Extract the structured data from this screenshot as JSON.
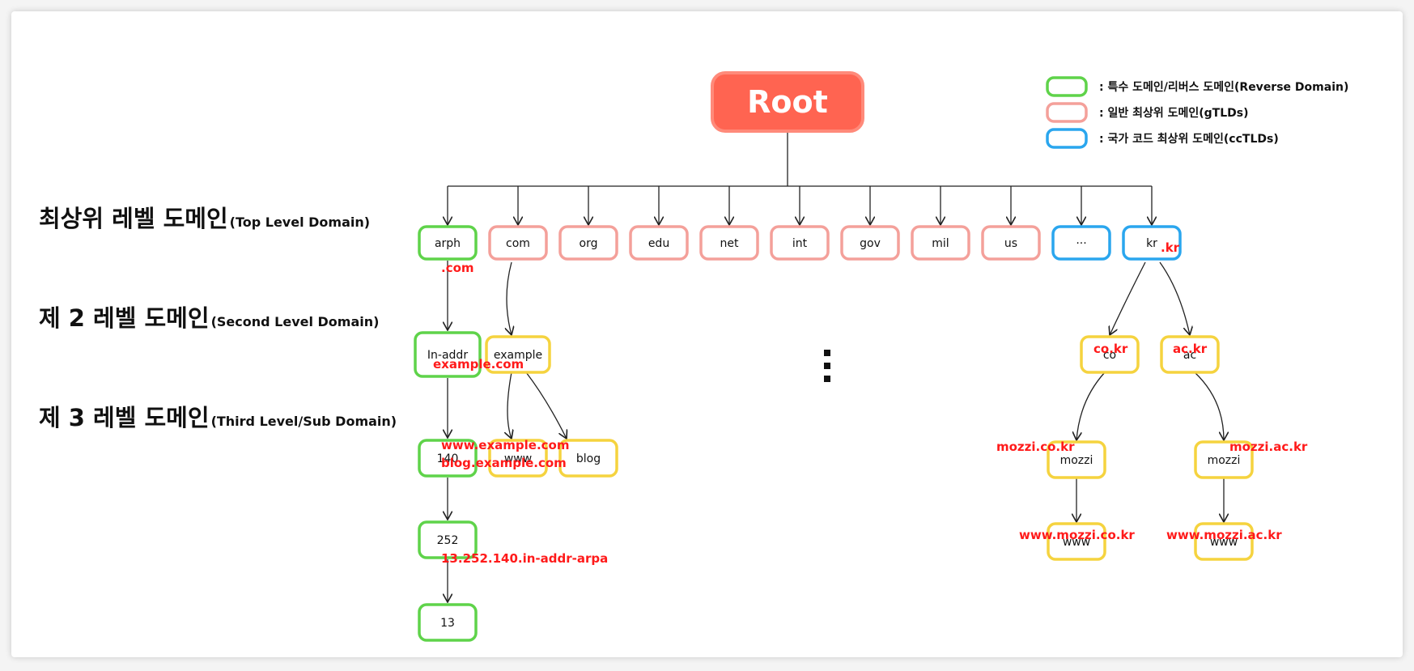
{
  "root": {
    "label": "Root",
    "color": "#ff6451"
  },
  "legend": [
    {
      "color": "#5fd34a",
      "label": ": 특수 도메인/리버스 도메인(Reverse Domain)"
    },
    {
      "color": "#f4a09a",
      "label": ": 일반 최상위 도메인(gTLDs)"
    },
    {
      "color": "#2aa6ee",
      "label": ": 국가 코드 최상위 도메인(ccTLDs)"
    }
  ],
  "levels": [
    {
      "main": "최상위 레벨 도메인",
      "sub": "(Top Level Domain)"
    },
    {
      "main": "제 2 레벨 도메인",
      "sub": "(Second Level Domain)"
    },
    {
      "main": "제 3 레벨 도메인",
      "sub": "(Third Level/Sub Domain)"
    }
  ],
  "colors": {
    "special": "#5fd34a",
    "gtld": "#f4a09a",
    "cctld": "#2aa6ee",
    "sub": "#f5d33f",
    "annotation": "#ff1a1a",
    "line": "#222222"
  },
  "tlds": [
    {
      "label": "arph",
      "kind": "special"
    },
    {
      "label": "com",
      "kind": "gtld"
    },
    {
      "label": "org",
      "kind": "gtld"
    },
    {
      "label": "edu",
      "kind": "gtld"
    },
    {
      "label": "net",
      "kind": "gtld"
    },
    {
      "label": "int",
      "kind": "gtld"
    },
    {
      "label": "gov",
      "kind": "gtld"
    },
    {
      "label": "mil",
      "kind": "gtld"
    },
    {
      "label": "us",
      "kind": "gtld"
    },
    {
      "label": "···",
      "kind": "cctld"
    },
    {
      "label": "kr",
      "kind": "cctld"
    }
  ],
  "reverse_chain": [
    "In-addr",
    "140",
    "252",
    "13"
  ],
  "example": {
    "second": "example",
    "third": [
      "www",
      "blog"
    ]
  },
  "kr_branch": {
    "second": [
      "co",
      "ac"
    ],
    "third": [
      "mozzi",
      "mozzi"
    ],
    "fourth": [
      "www",
      "www"
    ]
  },
  "annotations": {
    "com": ".com",
    "kr": ".kr",
    "example": "example.com",
    "www_example": "www.example.com",
    "blog_example": "blog.example.com",
    "reverse": "13.252.140.in-addr-arpa",
    "co_kr": "co.kr",
    "ac_kr": "ac.kr",
    "mozzi_co": "mozzi.co.kr",
    "mozzi_ac": "mozzi.ac.kr",
    "www_mozzi_co": "www.mozzi.co.kr",
    "www_mozzi_ac": "www.mozzi.ac.kr"
  },
  "ellipsis": "⋮"
}
